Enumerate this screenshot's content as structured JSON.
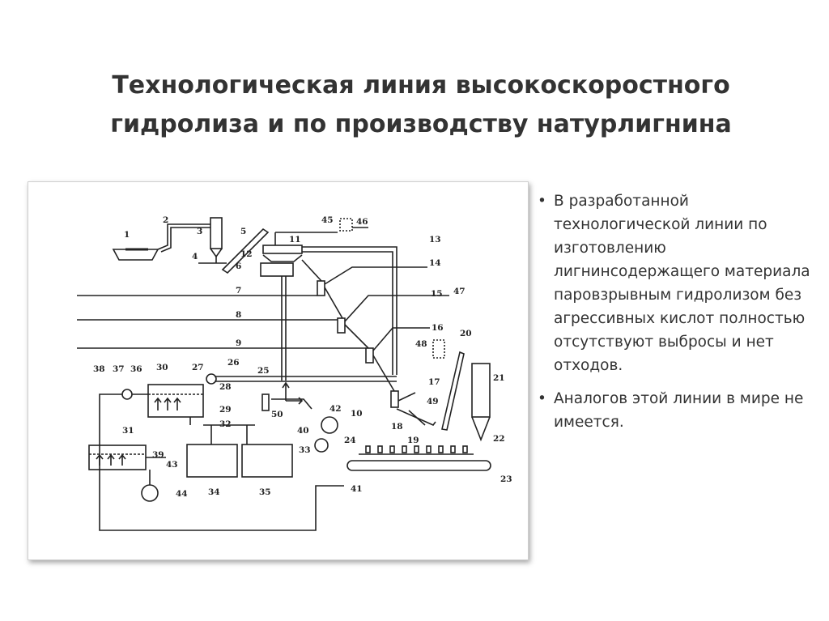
{
  "title": {
    "line1": "Технологическая линия высокоскоростного",
    "line2": "гидролиза и по производству натурлигнина"
  },
  "bullets": [
    "В разработанной технологической линии по изготовлению лигнинсодержащего материала паровзрывным гидролизом без агрессивных кислот полностью отсутствуют выбросы и нет отходов.",
    "Аналогов этой линии в мире не имеется."
  ],
  "bullet_glyph": "•",
  "diagram": {
    "labels": [
      "1",
      "2",
      "3",
      "4",
      "5",
      "6",
      "7",
      "8",
      "9",
      "10",
      "11",
      "12",
      "13",
      "14",
      "15",
      "16",
      "17",
      "18",
      "19",
      "20",
      "21",
      "22",
      "23",
      "24",
      "25",
      "26",
      "27",
      "28",
      "29",
      "30",
      "31",
      "32",
      "33",
      "34",
      "35",
      "36",
      "37",
      "38",
      "39",
      "40",
      "41",
      "42",
      "43",
      "44",
      "45",
      "46",
      "47",
      "48",
      "49",
      "50"
    ]
  }
}
